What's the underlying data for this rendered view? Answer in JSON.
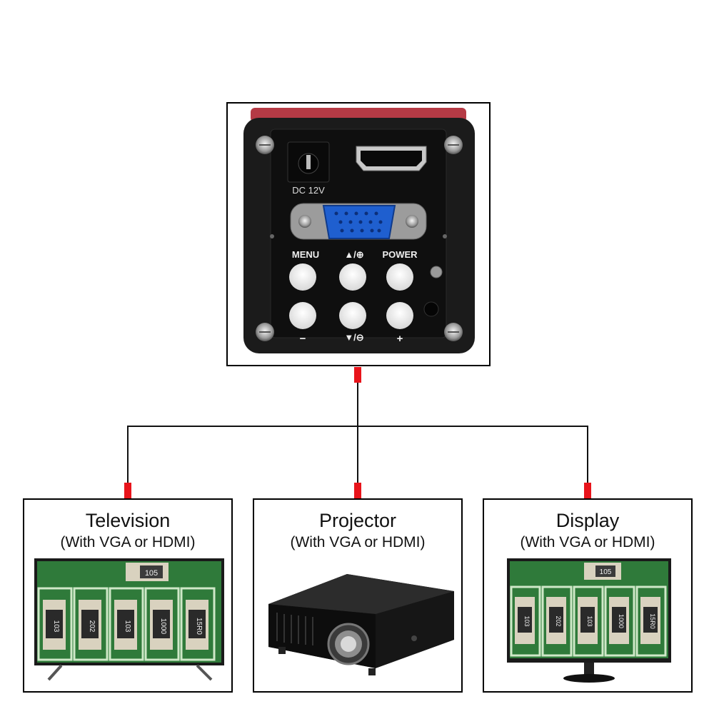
{
  "camera": {
    "port_dc_label": "DC 12V",
    "button_labels": {
      "menu": "MENU",
      "up_zoom": "▲/⊕",
      "power": "POWER",
      "minus": "−",
      "down_zoom": "▼/⊖",
      "plus": "+"
    }
  },
  "devices": [
    {
      "title": "Television",
      "subtitle": "(With VGA or HDMI)"
    },
    {
      "title": "Projector",
      "subtitle": "(With VGA or HDMI)"
    },
    {
      "title": "Display",
      "subtitle": "(With VGA or HDMI)"
    }
  ],
  "screen_image": {
    "pcb_label_top": "105",
    "resistor_labels": [
      "103",
      "202",
      "103",
      "1000",
      "15R0"
    ]
  },
  "colors": {
    "connector_red": "#e8141b",
    "line": "#111111",
    "pcb_green": "#2f7a3a",
    "vga_blue": "#1f5fcf"
  }
}
